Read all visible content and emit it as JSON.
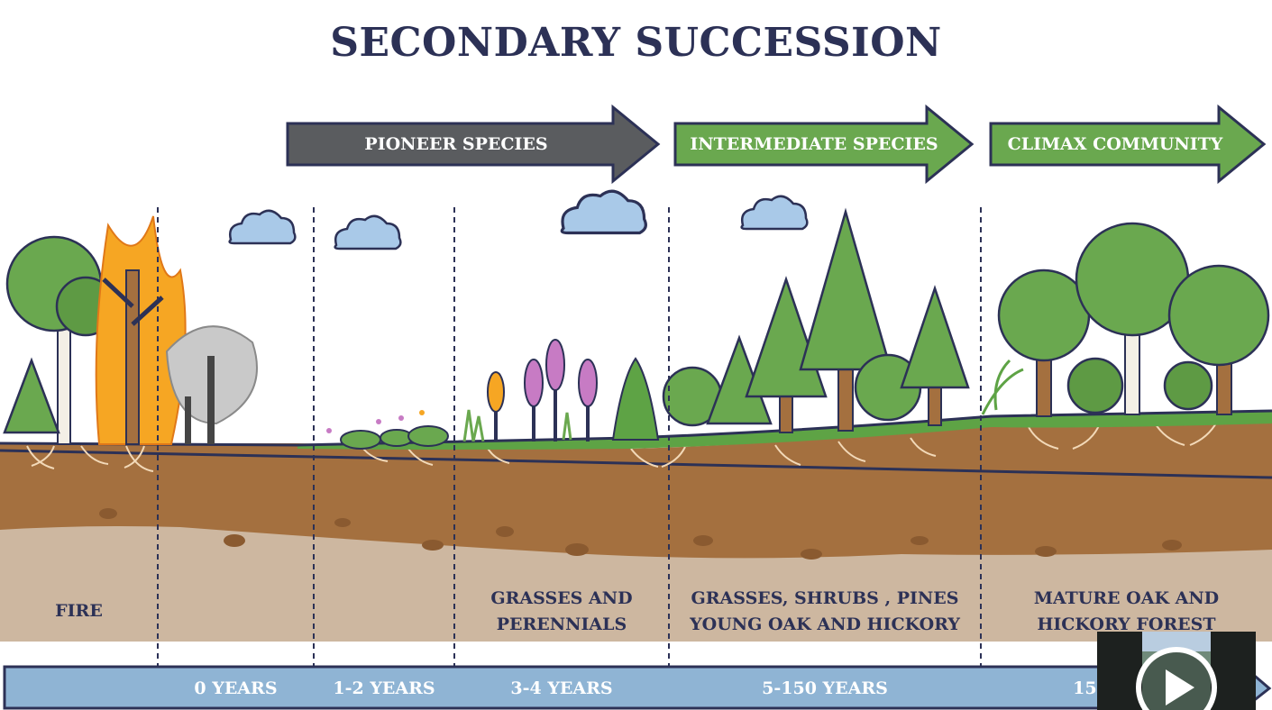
{
  "title": "SECONDARY SUCCESSION",
  "arrows": [
    {
      "label": "PIONEER SPECIES",
      "color": "#5a5c5f"
    },
    {
      "label": "INTERMEDIATE SPECIES",
      "color": "#6aa84f"
    },
    {
      "label": "CLIMAX COMMUNITY",
      "color": "#6aa84f"
    }
  ],
  "stages": [
    {
      "line1": "FIRE",
      "line2": ""
    },
    {
      "line1": "GRASSES AND",
      "line2": "PERENNIALS"
    },
    {
      "line1": "GRASSES, SHRUBS , PINES",
      "line2": "YOUNG OAK AND HICKORY"
    },
    {
      "line1": "MATURE OAK AND",
      "line2": "HICKORY FOREST"
    }
  ],
  "timeline": [
    "0 YEARS",
    "1-2 YEARS",
    "3-4 YEARS",
    "5-150 YEARS",
    "150"
  ],
  "colors": {
    "title": "#2c3156",
    "timeline_bar": "#8fb4d4",
    "grass": "#5ea345",
    "soil_dark": "#a4703f",
    "soil_light": "#cdb7a0",
    "cloud": "#a9c9e8"
  },
  "overlay": {
    "icon": "play-icon"
  }
}
